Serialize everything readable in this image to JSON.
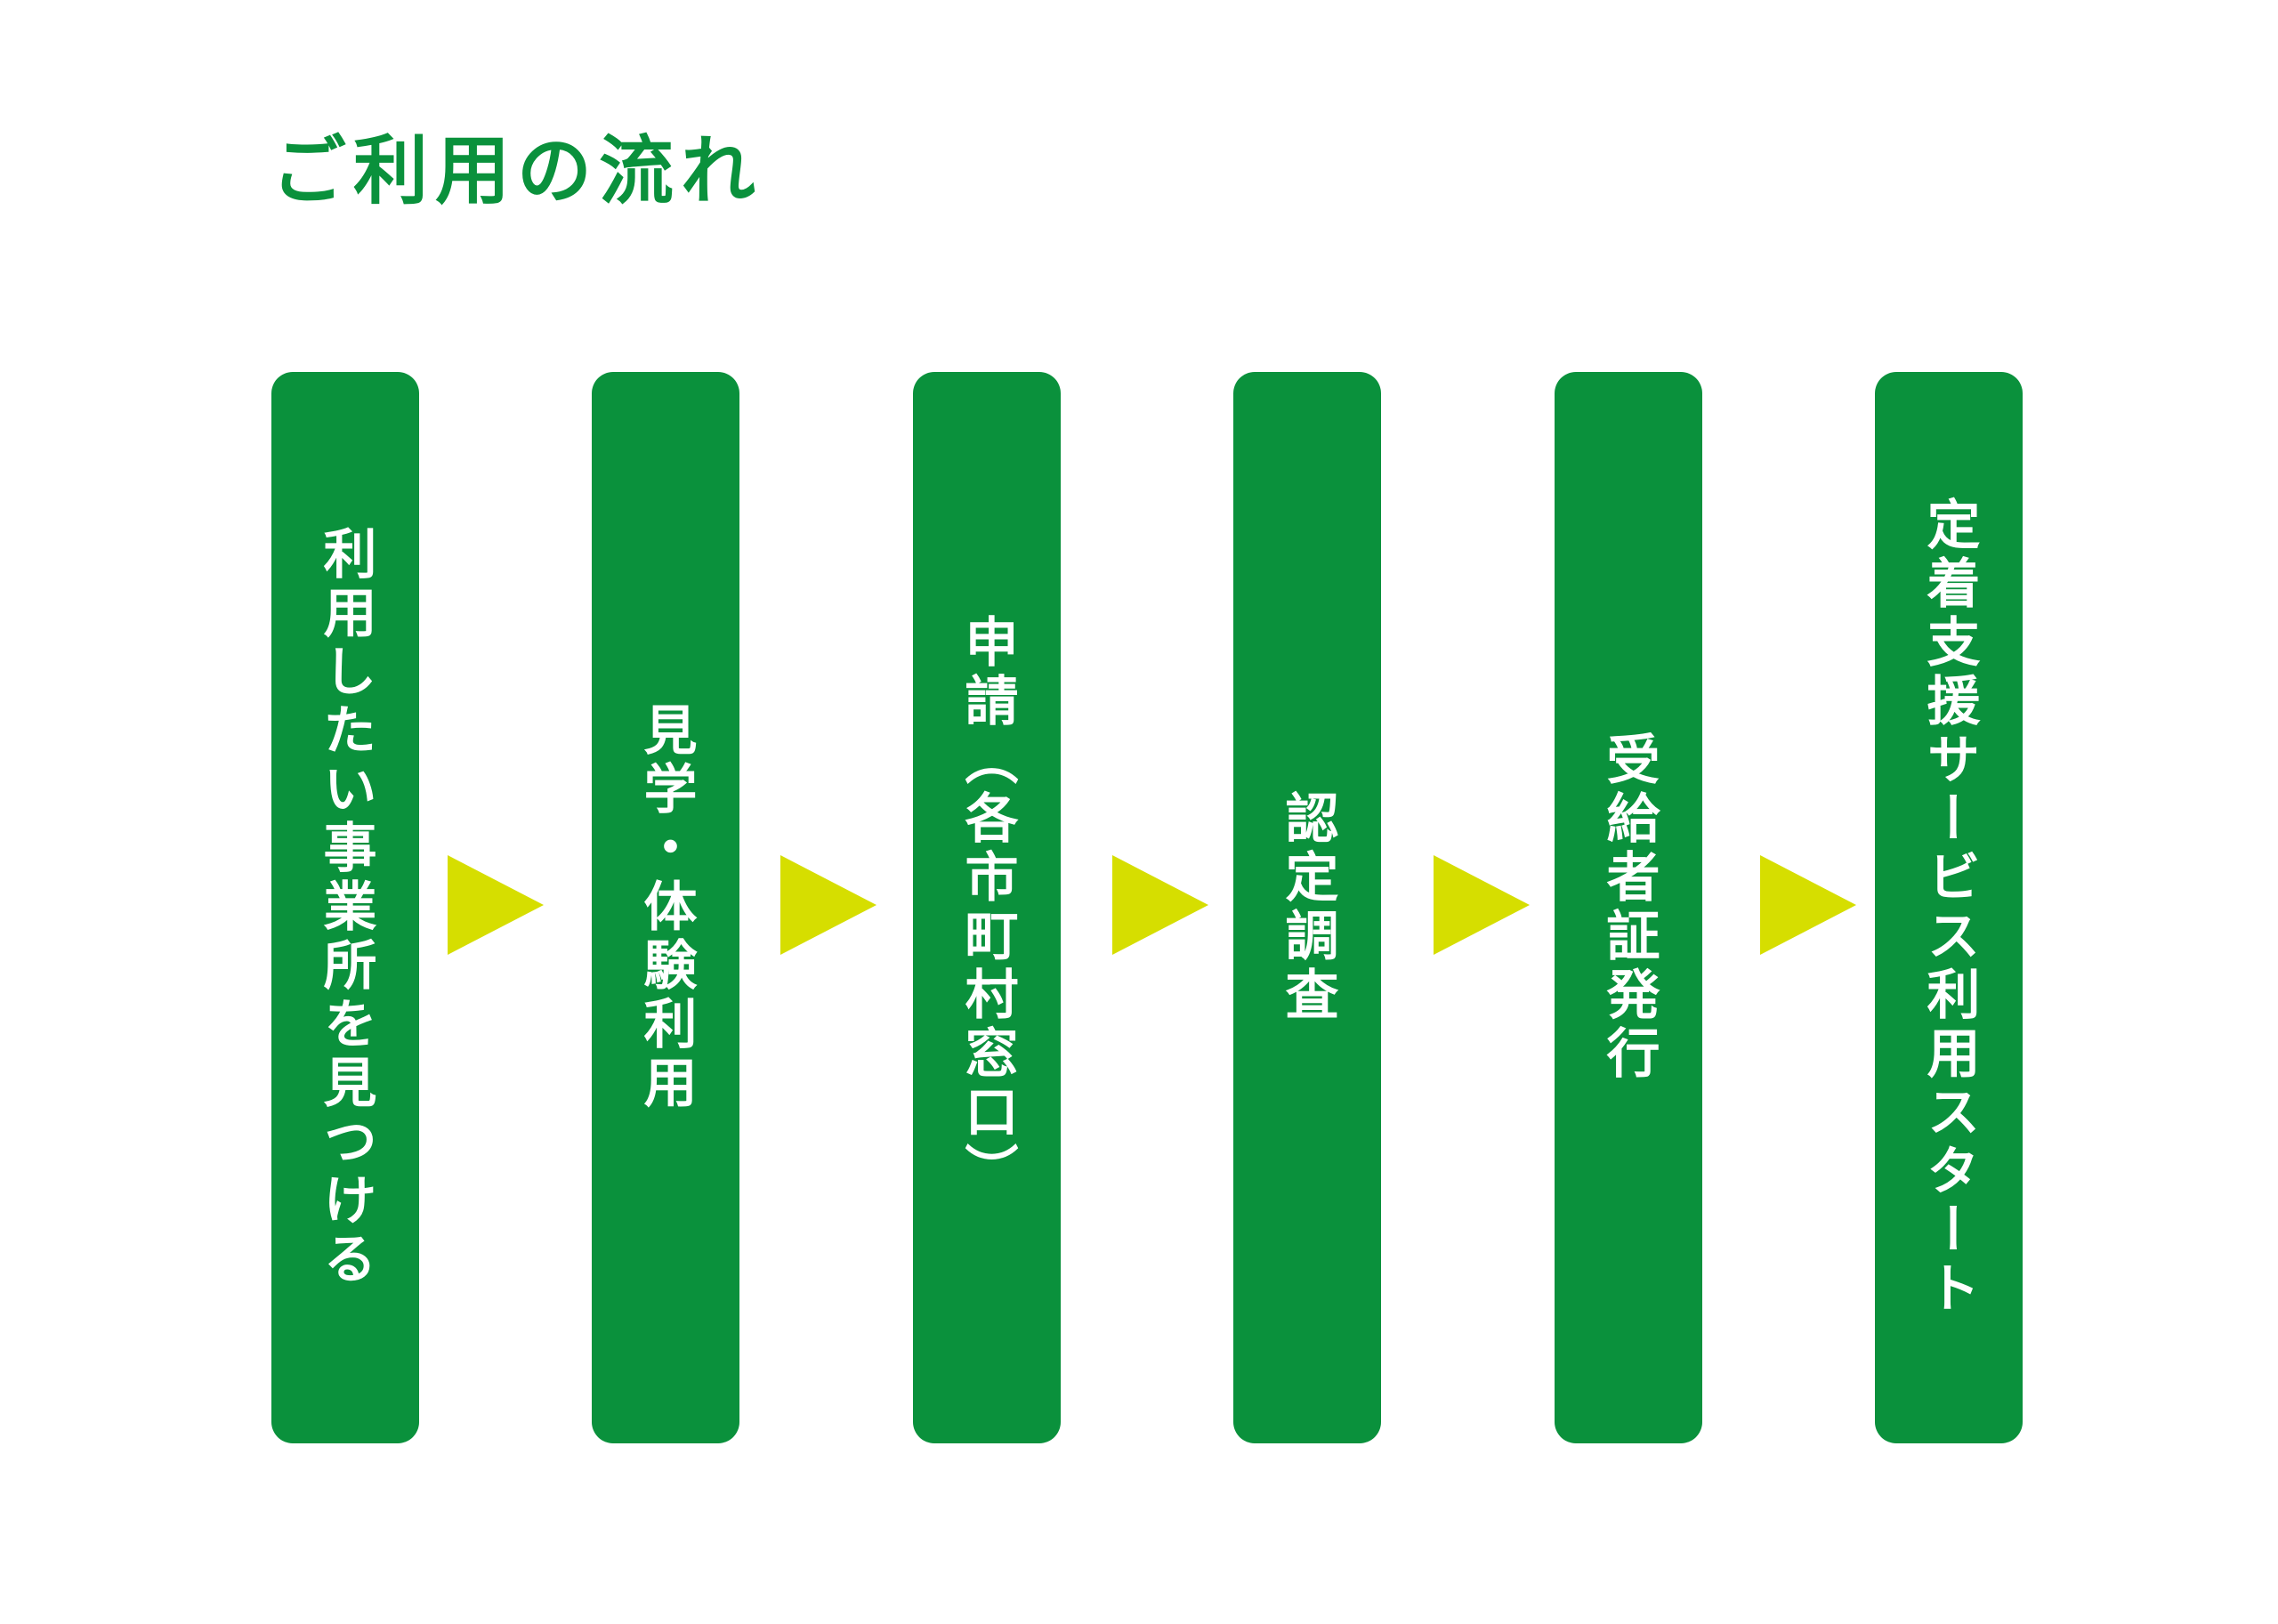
{
  "title": "ご利用の流れ",
  "colors": {
    "primary_green": "#0a913c",
    "arrow_yellow": "#d6de00",
    "label_white": "#ffffff",
    "background": "#ffffff"
  },
  "steps": [
    {
      "label": "利用したい事業所を見つける"
    },
    {
      "label": "見学・体験利用"
    },
    {
      "label": "申請（各市町村窓口）"
    },
    {
      "label": "認定調査"
    },
    {
      "label": "受給者証発行"
    },
    {
      "label": "定着支援サービス利用スタート"
    }
  ],
  "arrows": [
    {
      "icon": "triangle-right-icon"
    },
    {
      "icon": "triangle-right-icon"
    },
    {
      "icon": "triangle-right-icon"
    },
    {
      "icon": "triangle-right-icon"
    },
    {
      "icon": "triangle-right-icon"
    }
  ]
}
